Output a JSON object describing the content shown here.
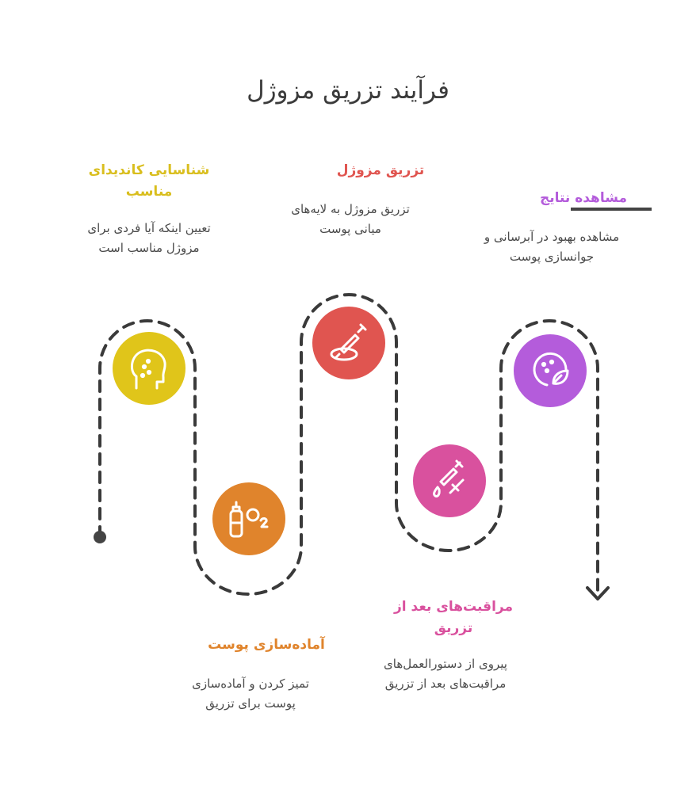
{
  "title": "فرآیند تزریق مزوژل",
  "steps": [
    {
      "id": "candidate",
      "title_line1": "شناسایی کاندیدای",
      "title_line2": "مناسب",
      "desc_line1": "تعیین اینکه آیا فردی برای",
      "desc_line2": "مزوژل مناسب است",
      "color": "#E0C51A",
      "icon": "face-icon"
    },
    {
      "id": "prep",
      "title_line1": "آماده‌سازی پوست",
      "title_line2": "",
      "desc_line1": "تمیز کردن و آماده‌سازی",
      "desc_line2": "پوست برای تزریق",
      "color": "#E0842C",
      "icon": "oxygen-icon"
    },
    {
      "id": "inject",
      "title_line1": "تزریق مزوژل",
      "title_line2": "",
      "desc_line1": "تزریق مزوژل به لایه‌های",
      "desc_line2": "میانی پوست",
      "color": "#E05550",
      "icon": "syringe-icon"
    },
    {
      "id": "aftercare",
      "title_line1": "مراقبت‌های بعد از",
      "title_line2": "تزریق",
      "desc_line1": "پیروی از دستورالعمل‌های",
      "desc_line2": "مراقبت‌های بعد از تزریق",
      "color": "#D9519E",
      "icon": "dropper-icon"
    },
    {
      "id": "results",
      "title_line1": "مشاهده نتایج",
      "title_line2": "",
      "desc_line1": "مشاهده بهبود در آبرسانی و",
      "desc_line2": "جوانسازی پوست",
      "color": "#B45CDB",
      "icon": "skin-leaf-icon"
    }
  ]
}
